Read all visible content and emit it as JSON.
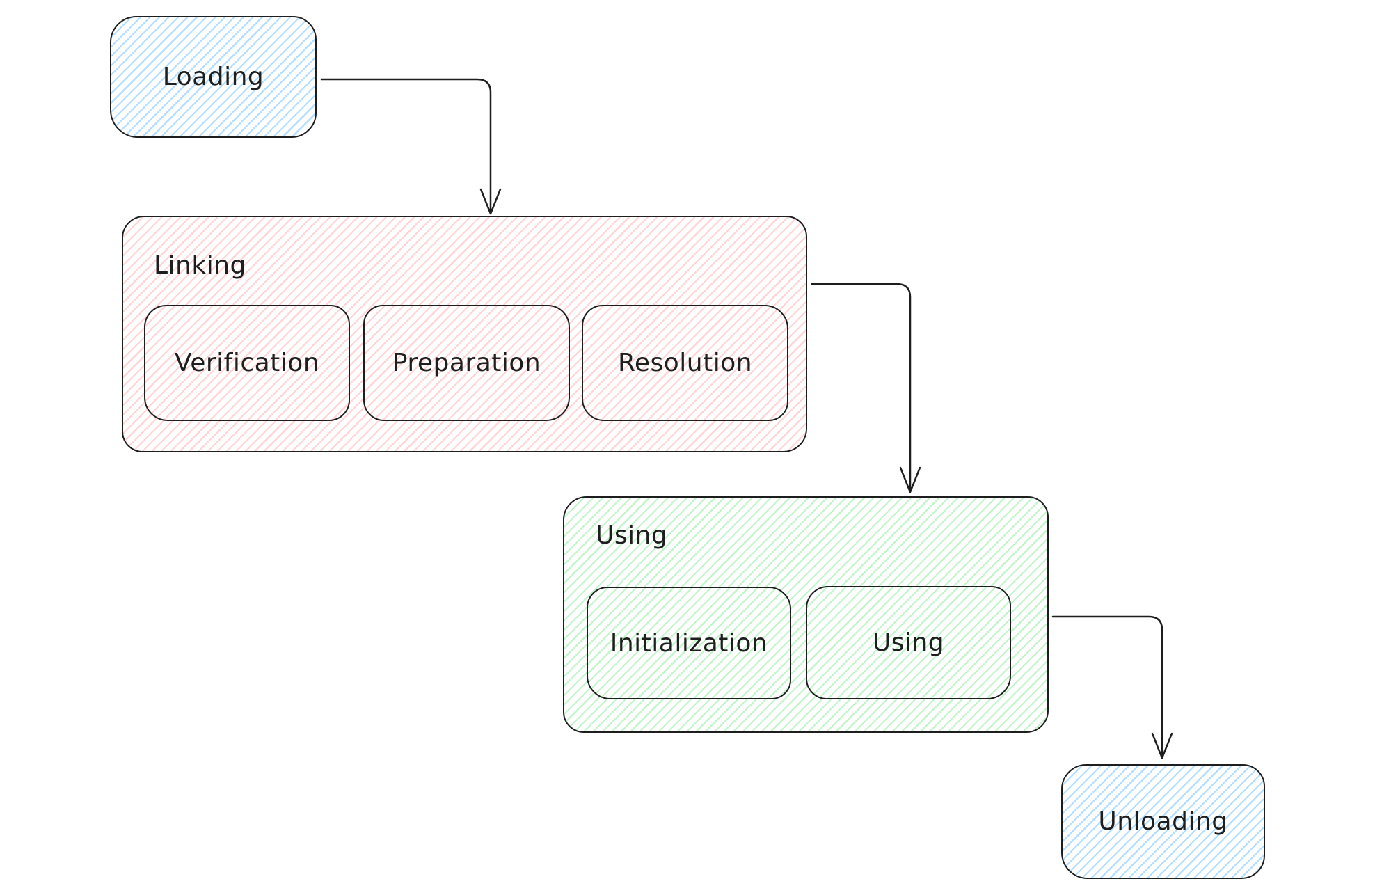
{
  "diagram": {
    "nodes": {
      "loading": {
        "label": "Loading"
      },
      "linking": {
        "label": "Linking"
      },
      "verification": {
        "label": "Verification"
      },
      "preparation": {
        "label": "Preparation"
      },
      "resolution": {
        "label": "Resolution"
      },
      "using_group": {
        "label": "Using"
      },
      "initialization": {
        "label": "Initialization"
      },
      "using": {
        "label": "Using"
      },
      "unloading": {
        "label": "Unloading"
      }
    },
    "edges": [
      {
        "from": "Loading",
        "to": "Linking"
      },
      {
        "from": "Linking",
        "to": "Using"
      },
      {
        "from": "Using",
        "to": "Unloading"
      }
    ],
    "colors": {
      "stroke": "#1e1e1e",
      "blue_hatch": "#a5d8ff",
      "red_hatch": "#ffc9c9",
      "green_hatch": "#b2f2bb",
      "background": "#ffffff"
    }
  }
}
